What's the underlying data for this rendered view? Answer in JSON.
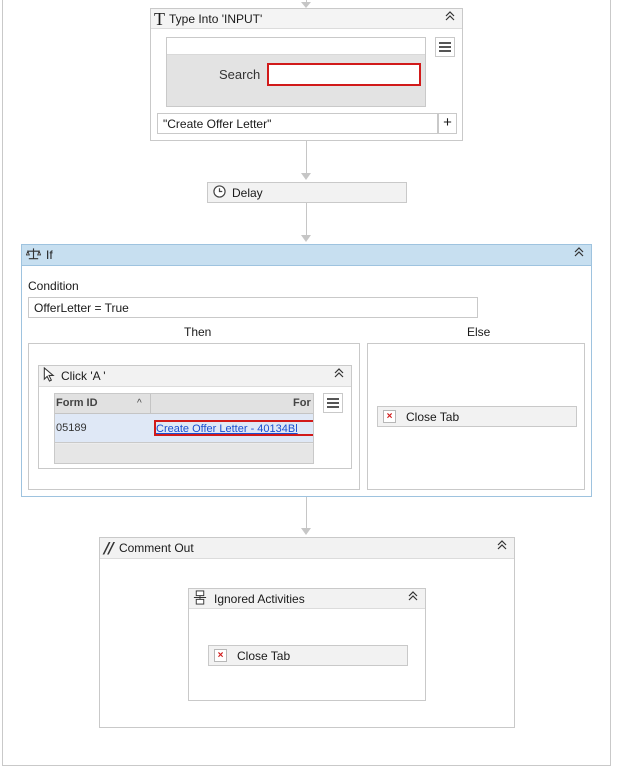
{
  "type_into": {
    "title": "Type Into 'INPUT'",
    "screenshot_label": "Search",
    "text_value": "\"Create Offer Letter\"",
    "add_label": "+"
  },
  "delay": {
    "title": "Delay"
  },
  "if_activity": {
    "title": "If",
    "condition_label": "Condition",
    "condition_value": "OfferLetter = True",
    "then_label": "Then",
    "else_label": "Else"
  },
  "click": {
    "title": "Click 'A '",
    "table": {
      "columns": [
        "Form ID",
        "For"
      ],
      "sort_glyph": "^",
      "row": {
        "id": "05189",
        "link": "Create Offer Letter - 40134Bl"
      }
    }
  },
  "else_close_tab": {
    "title": "Close Tab"
  },
  "comment_out": {
    "title": "Comment Out"
  },
  "ignored": {
    "title": "Ignored Activities"
  },
  "ignored_close_tab": {
    "title": "Close Tab"
  },
  "icons": {
    "type_into": "T",
    "collapse": "⌃⌃",
    "close_tab": "×"
  },
  "colors": {
    "if_header": "#c7dff0",
    "if_border": "#9ec3df",
    "highlight_red": "#d11a1a",
    "link_blue": "#1a4fd1"
  }
}
